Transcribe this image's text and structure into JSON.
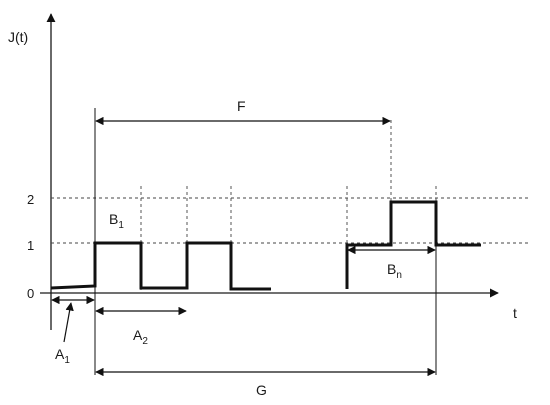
{
  "axes": {
    "y_label": "J(t)",
    "x_label": "t",
    "y_ticks": [
      "2",
      "1",
      "0"
    ]
  },
  "labels": {
    "F": "F",
    "G": "G",
    "B1_main": "B",
    "B1_sub": "1",
    "A2_main": "A",
    "A2_sub": "2",
    "A1_main": "A",
    "A1_sub": "1",
    "Bn_main": "B",
    "Bn_sub": "n"
  },
  "colors": {
    "line": "#111111",
    "grid": "#444444"
  }
}
